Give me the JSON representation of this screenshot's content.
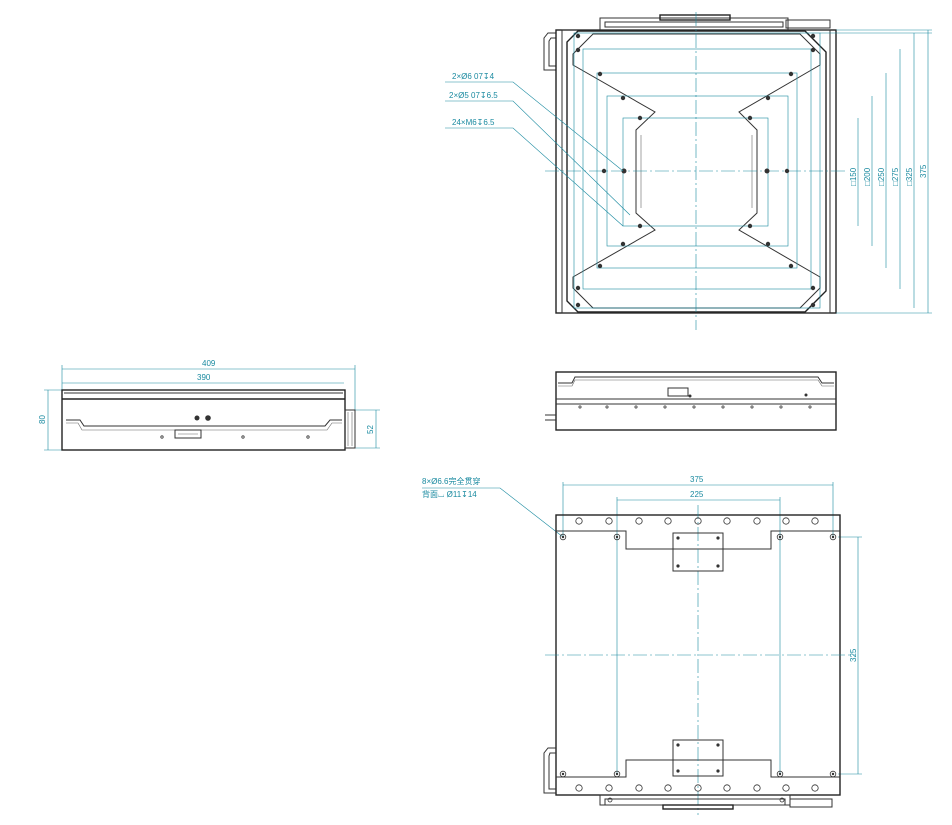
{
  "top_view": {
    "callouts": [
      "2×Ø6 07↧4",
      "2×Ø5 07↧6.5",
      "24×M6↧6.5"
    ],
    "square_dims": [
      "□150",
      "□200",
      "□250",
      "□275",
      "□325",
      "375"
    ]
  },
  "front_view": {
    "width_outer": "409",
    "width_inner": "390",
    "height": "80",
    "height_right": "52"
  },
  "bottom_view": {
    "callout_line1": "8×Ø6.6完全贯穿",
    "callout_line2": "背面⌴ Ø11↧14",
    "width_outer": "375",
    "width_inner": "225",
    "height": "325"
  }
}
